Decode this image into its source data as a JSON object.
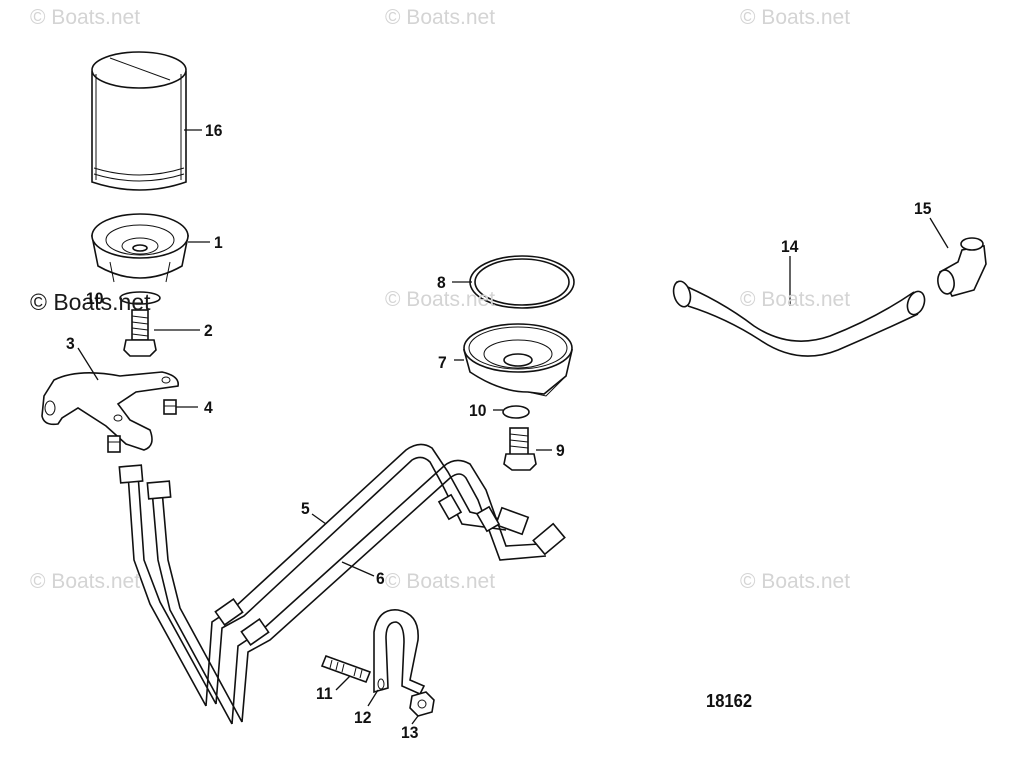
{
  "watermark": {
    "text": "© Boats.net",
    "overlay_text": "© Boats.net"
  },
  "callouts": {
    "c1": "1",
    "c2": "2",
    "c3": "3",
    "c4": "4",
    "c5": "5",
    "c6": "6",
    "c7": "7",
    "c8": "8",
    "c9": "9",
    "c10": "10",
    "c10b": "10",
    "c11": "11",
    "c12": "12",
    "c13": "13",
    "c14": "14",
    "c15": "15",
    "c16": "16"
  },
  "figure_number": "18162"
}
